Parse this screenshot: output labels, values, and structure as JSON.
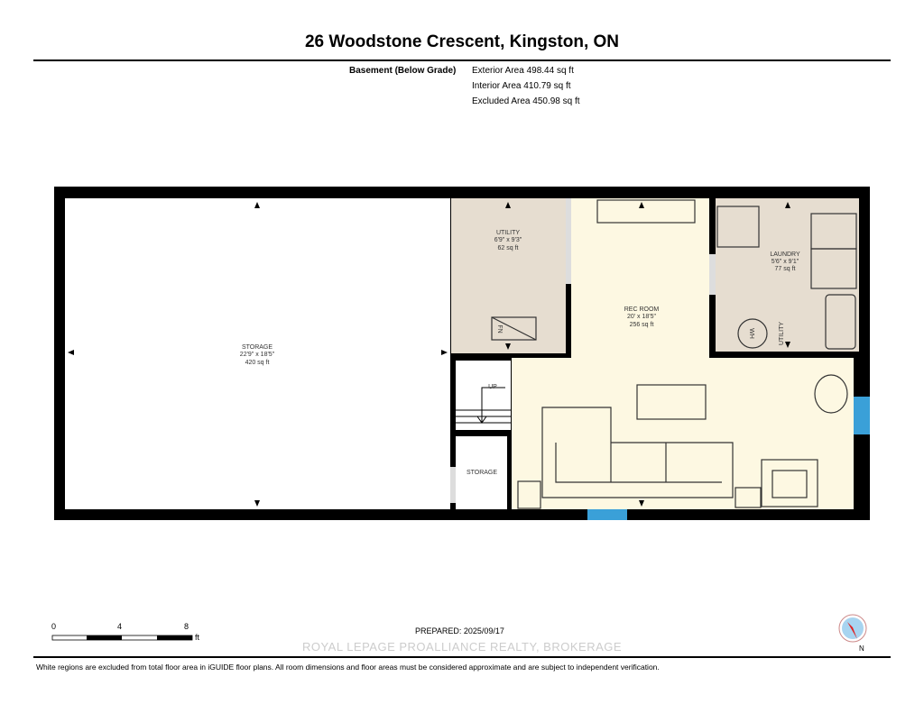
{
  "header": {
    "title": "26 Woodstone Crescent, Kingston, ON"
  },
  "floor_summary": {
    "floor_label": "Basement (Below Grade)",
    "exterior_area": "Exterior Area 498.44 sq ft",
    "interior_area": "Interior Area 410.79 sq ft",
    "excluded_area": "Excluded Area 450.98 sq ft"
  },
  "rooms": {
    "storage_main": {
      "name": "STORAGE",
      "dims": "22'9\" x 18'5\"",
      "area": "420 sq ft"
    },
    "utility": {
      "name": "UTILITY",
      "dims": "6'9\" x 9'3\"",
      "area": "62 sq ft"
    },
    "rec_room": {
      "name": "REC ROOM",
      "dims": "20' x 18'5\"",
      "area": "256 sq ft"
    },
    "laundry": {
      "name": "LAUNDRY",
      "dims": "5'6\" x 9'1\"",
      "area": "77 sq ft"
    },
    "storage_small": {
      "name": "STORAGE"
    }
  },
  "labels": {
    "furnace": "FN",
    "water_heater": "WH",
    "utility_vertical": "UTILITY",
    "stairs": "UP",
    "north": "N"
  },
  "scale": {
    "ticks": [
      "0",
      "4",
      "8"
    ],
    "unit": "ft"
  },
  "footer": {
    "prepared": "PREPARED: 2025/09/17",
    "watermark": "ROYAL LEPAGE PROALLIANCE REALTY, BROKERAGE",
    "disclaimer": "White regions are excluded from total floor area in iGUIDE floor plans. All room dimensions and floor areas must be considered approximate and are subject to independent verification."
  },
  "colors": {
    "wall": "#000000",
    "finished": "#fdf8e2",
    "utility_fill": "#e6ddd0",
    "window": "#3aa0d8"
  }
}
